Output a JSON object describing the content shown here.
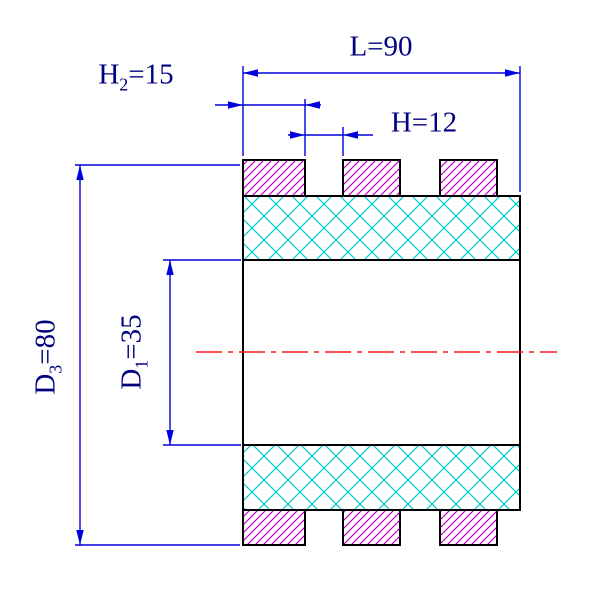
{
  "drawing": {
    "dimensions": {
      "L": {
        "label": "L=90"
      },
      "H2": {
        "base": "H",
        "sub": "2",
        "rest": "=15"
      },
      "H": {
        "label": "H=12"
      },
      "D3": {
        "base": "D",
        "sub": "3",
        "rest": "=80"
      },
      "D1": {
        "base": "D",
        "sub": "1",
        "rest": "=35"
      }
    }
  },
  "colors": {
    "dimension": "#0000dd",
    "text": "#000080",
    "outline": "#000000",
    "hatch_cyan": "#00cccc",
    "hatch_magenta": "#cc00cc",
    "centerline": "#ff1a1a"
  }
}
